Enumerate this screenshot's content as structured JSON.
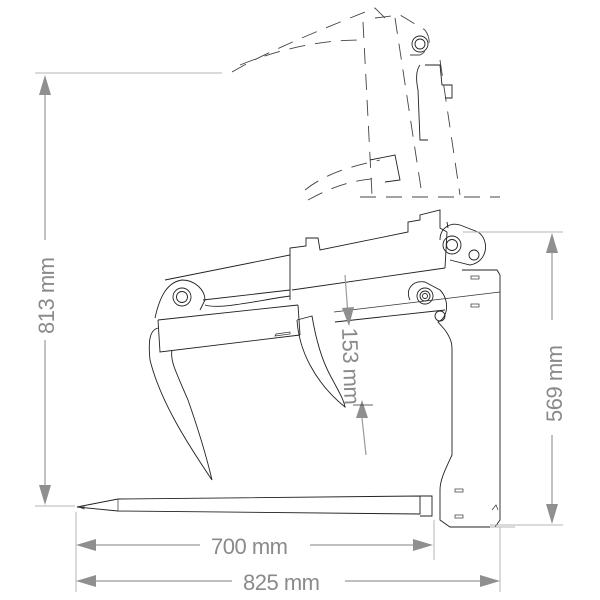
{
  "diagram": {
    "subject": "bale grab fork attachment side view",
    "colors": {
      "linework": "#222222",
      "dimension": "#8f8f8f",
      "background": "#ffffff"
    },
    "dimensions": {
      "overall_height": {
        "value": 813,
        "unit": "mm",
        "label": "813 mm",
        "orientation": "vertical"
      },
      "frame_height": {
        "value": 569,
        "unit": "mm",
        "label": "569 mm",
        "orientation": "vertical"
      },
      "tine_gap": {
        "value": 153,
        "unit": "mm",
        "label": "153 mm",
        "orientation": "vertical-rotated"
      },
      "fork_length": {
        "value": 700,
        "unit": "mm",
        "label": "700 mm",
        "orientation": "horizontal"
      },
      "overall_length": {
        "value": 825,
        "unit": "mm",
        "label": "825 mm",
        "orientation": "horizontal"
      }
    }
  }
}
